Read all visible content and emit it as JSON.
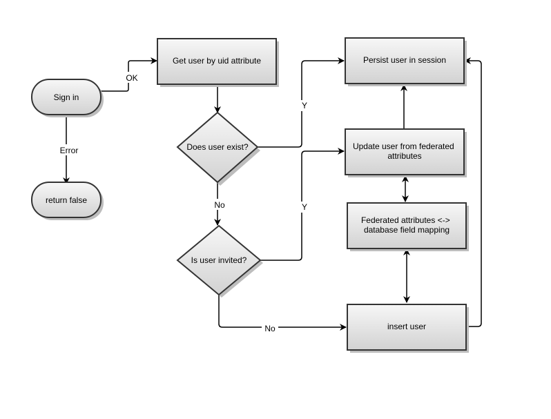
{
  "nodes": {
    "sign_in": {
      "lines": [
        "Sign in"
      ]
    },
    "return_false": {
      "lines": [
        "return false"
      ]
    },
    "get_user": {
      "lines": [
        "Get user by uid attribute"
      ]
    },
    "does_user_exist": {
      "lines": [
        "Does user exist?"
      ]
    },
    "is_user_invited": {
      "lines": [
        "Is user invited?"
      ]
    },
    "persist_user": {
      "lines": [
        "Persist user in session"
      ]
    },
    "update_user": {
      "lines": [
        "Update user from federated",
        "attributes"
      ]
    },
    "federated_mapping": {
      "lines": [
        "Federated attributes <->",
        "database field mapping"
      ]
    },
    "insert_user": {
      "lines": [
        "insert user"
      ]
    }
  },
  "edges": {
    "ok": {
      "label": "OK"
    },
    "error": {
      "label": "Error"
    },
    "exist_yes": {
      "label": "Y"
    },
    "exist_no": {
      "label": "No"
    },
    "invited_yes": {
      "label": "Y"
    },
    "invited_no": {
      "label": "No"
    }
  }
}
